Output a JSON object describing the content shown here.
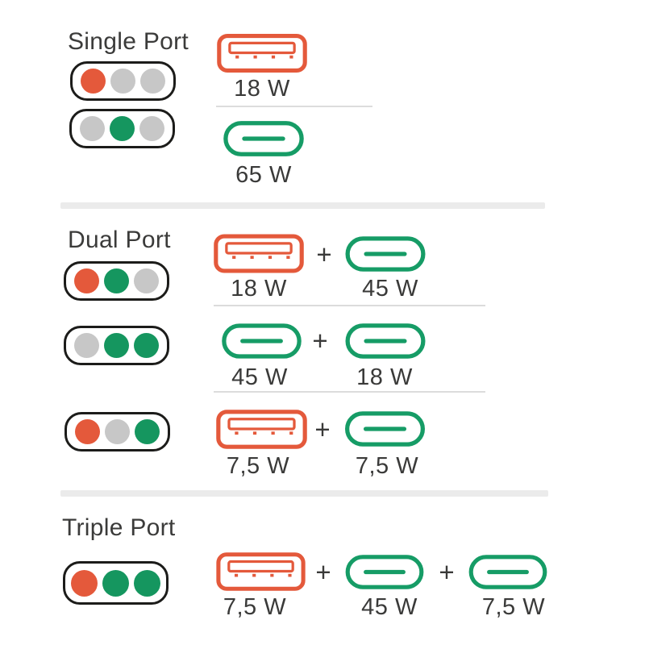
{
  "infographic": {
    "description": "Charger power distribution by active ports",
    "separator": "+",
    "colors": {
      "usb_a_accent": "#e4593b",
      "usb_c_accent": "#15965f",
      "inactive_dot": "#c7c7c7",
      "pill_outline": "#1c1c1a",
      "text": "#3a3a39"
    }
  },
  "sections": [
    {
      "title": "Single Port",
      "rows": [
        {
          "dots": [
            "orange",
            "gray",
            "gray"
          ],
          "ports": [
            {
              "type": "usb-a",
              "label": "18 W"
            }
          ]
        },
        {
          "dots": [
            "gray",
            "green",
            "gray"
          ],
          "ports": [
            {
              "type": "usb-c",
              "label": "65 W"
            }
          ]
        }
      ]
    },
    {
      "title": "Dual Port",
      "rows": [
        {
          "dots": [
            "orange",
            "green",
            "gray"
          ],
          "ports": [
            {
              "type": "usb-a",
              "label": "18 W"
            },
            {
              "type": "usb-c",
              "label": "45 W"
            }
          ]
        },
        {
          "dots": [
            "gray",
            "green",
            "green"
          ],
          "ports": [
            {
              "type": "usb-c",
              "label": "45 W"
            },
            {
              "type": "usb-c",
              "label": "18 W"
            }
          ]
        },
        {
          "dots": [
            "orange",
            "gray",
            "green"
          ],
          "ports": [
            {
              "type": "usb-a",
              "label": "7,5 W"
            },
            {
              "type": "usb-c",
              "label": "7,5 W"
            }
          ]
        }
      ]
    },
    {
      "title": "Triple Port",
      "rows": [
        {
          "dots": [
            "orange",
            "green",
            "green"
          ],
          "ports": [
            {
              "type": "usb-a",
              "label": "7,5 W"
            },
            {
              "type": "usb-c",
              "label": "45 W"
            },
            {
              "type": "usb-c",
              "label": "7,5 W"
            }
          ]
        }
      ]
    }
  ]
}
